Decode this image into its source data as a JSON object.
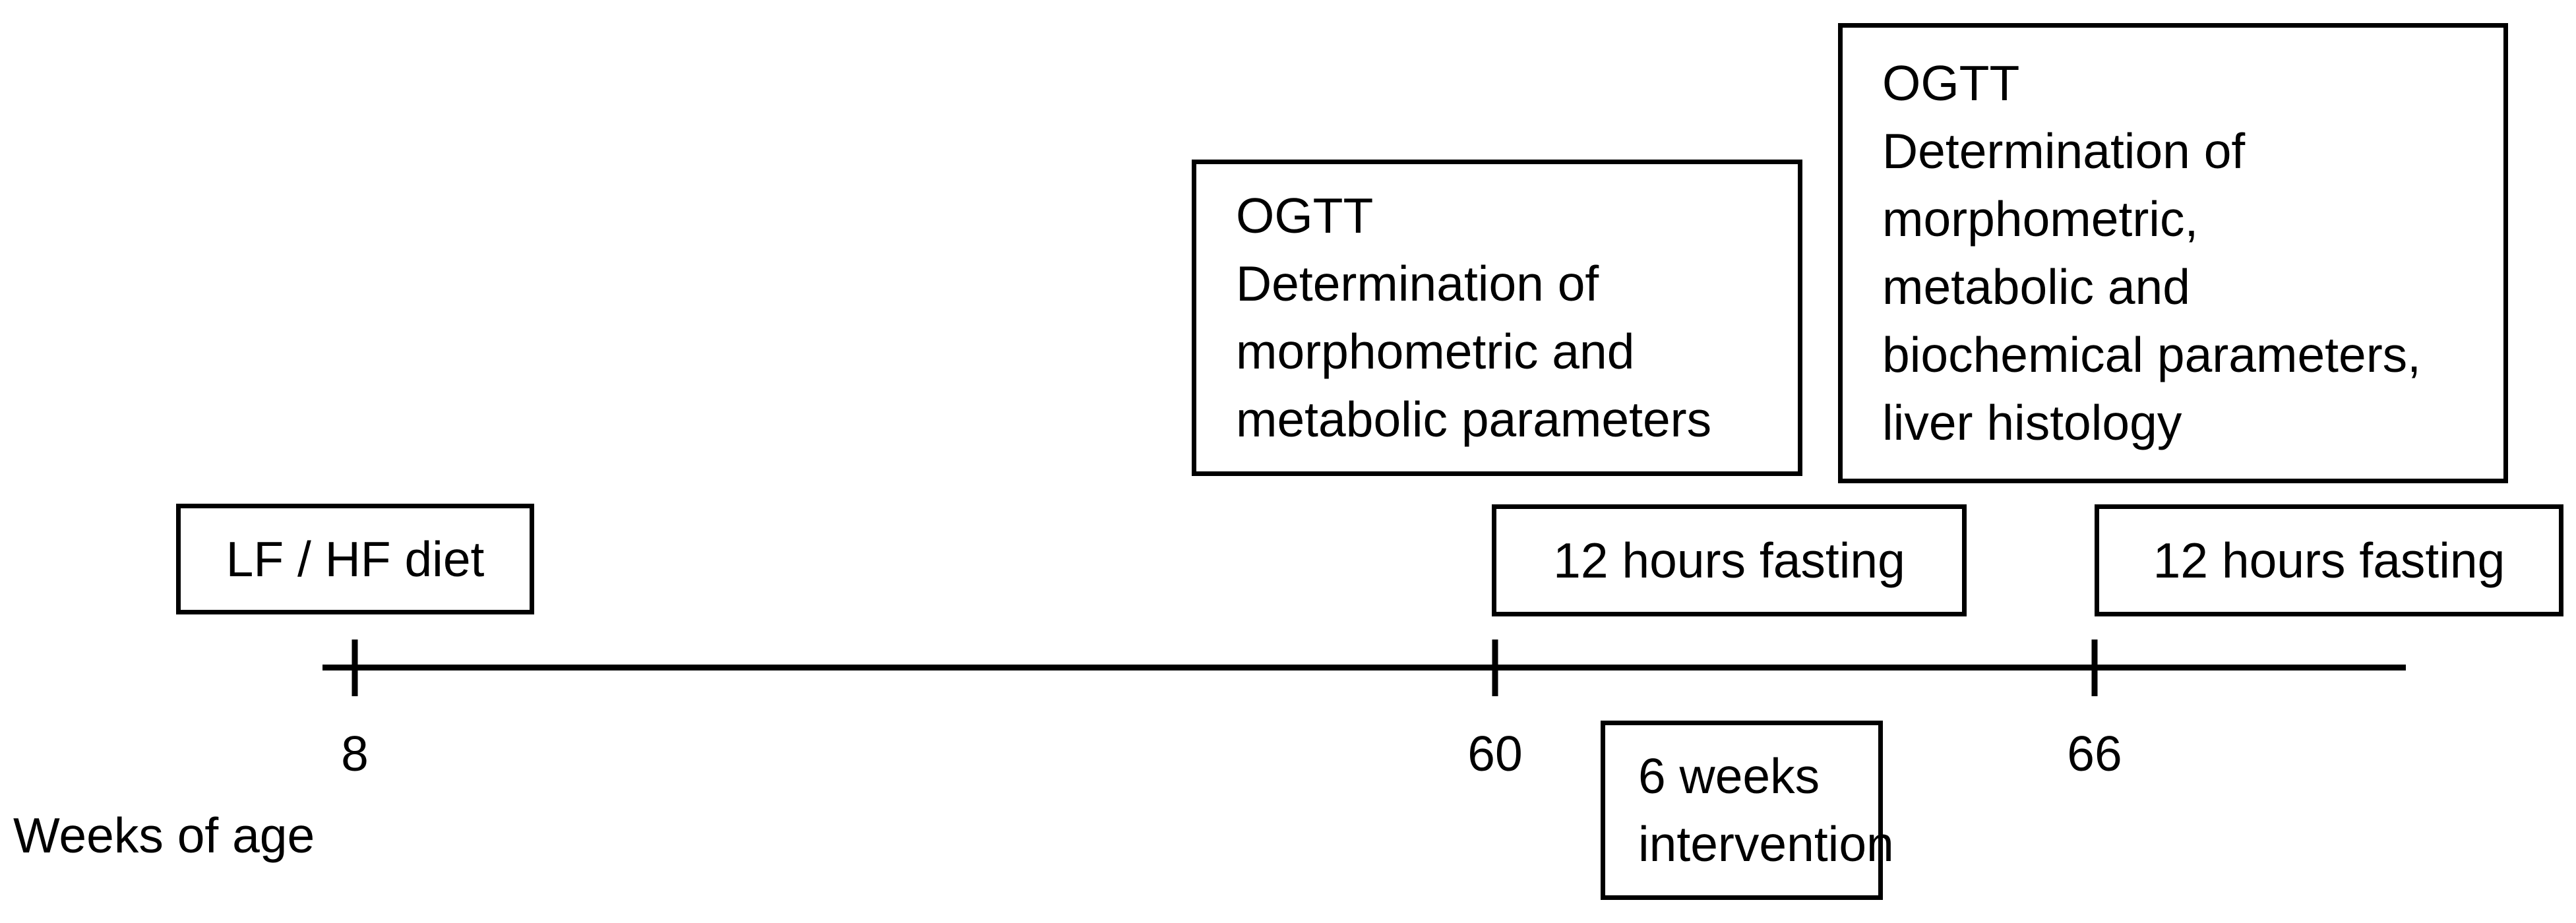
{
  "figure": {
    "type": "study-design-timeline",
    "colors": {
      "background": "#ffffff",
      "line": "#000000",
      "text": "#000000"
    },
    "boxes": {
      "diet": {
        "label": "LF / HF diet"
      },
      "ogtt_week60": {
        "lines": [
          "OGTT",
          "Determination of",
          "morphometric and",
          "metabolic parameters"
        ]
      },
      "ogtt_week66": {
        "lines": [
          "OGTT",
          "Determination of",
          "morphometric,",
          "metabolic and",
          "biochemical parameters,",
          "liver histology"
        ]
      },
      "fasting_week60": {
        "label": "12 hours fasting"
      },
      "fasting_week66": {
        "label": "12 hours fasting"
      },
      "intervention": {
        "lines": [
          "6 weeks",
          "intervention"
        ]
      }
    },
    "timeline": {
      "axis_label": "Weeks of age",
      "ticks": [
        {
          "value": "8"
        },
        {
          "value": "60"
        },
        {
          "value": "66"
        }
      ]
    }
  }
}
